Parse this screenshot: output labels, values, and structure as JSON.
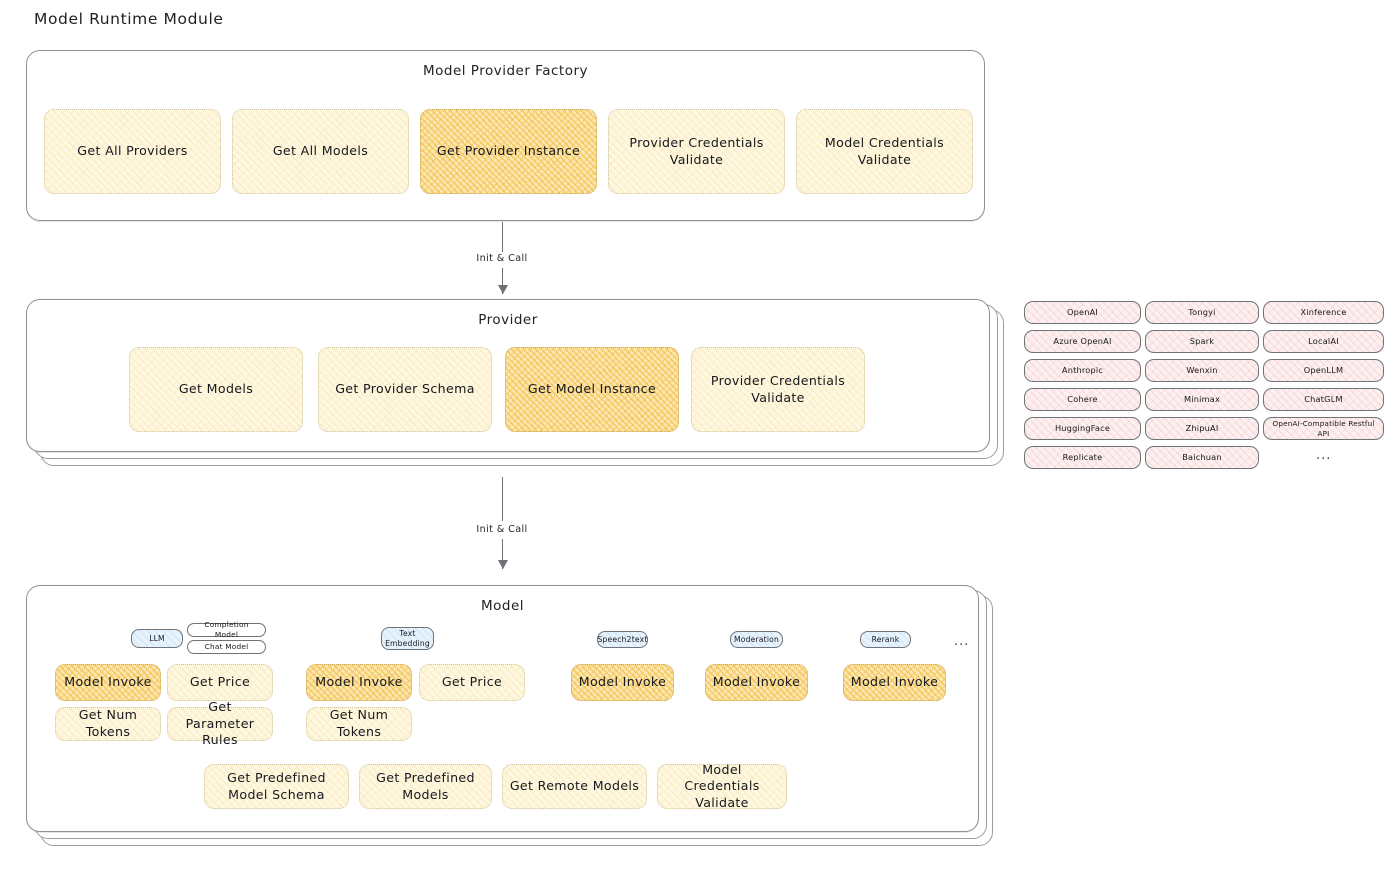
{
  "title": "Model Runtime Module",
  "sections": {
    "factory": {
      "title": "Model Provider Factory",
      "nodes": [
        {
          "label": "Get All Providers",
          "highlight": false
        },
        {
          "label": "Get All Models",
          "highlight": false
        },
        {
          "label": "Get Provider Instance",
          "highlight": true
        },
        {
          "label": "Provider Credentials Validate",
          "highlight": false
        },
        {
          "label": "Model Credentials Validate",
          "highlight": false
        }
      ]
    },
    "provider": {
      "title": "Provider",
      "nodes": [
        {
          "label": "Get Models",
          "highlight": false
        },
        {
          "label": "Get Provider Schema",
          "highlight": false
        },
        {
          "label": "Get Model Instance",
          "highlight": true
        },
        {
          "label": "Provider Credentials Validate",
          "highlight": false
        }
      ]
    },
    "model": {
      "title": "Model",
      "groups": [
        {
          "badge": "LLM",
          "sub_badges": [
            "Completion Model",
            "Chat Model"
          ],
          "nodes": [
            {
              "label": "Model Invoke",
              "highlight": true
            },
            {
              "label": "Get Price",
              "highlight": false
            },
            {
              "label": "Get Num Tokens",
              "highlight": false
            },
            {
              "label": "Get Parameter Rules",
              "highlight": false
            }
          ]
        },
        {
          "badge": "Text Embedding",
          "sub_badges": [],
          "nodes": [
            {
              "label": "Model Invoke",
              "highlight": true
            },
            {
              "label": "Get Price",
              "highlight": false
            },
            {
              "label": "Get Num Tokens",
              "highlight": false
            }
          ]
        },
        {
          "badge": "Speech2text",
          "sub_badges": [],
          "nodes": [
            {
              "label": "Model Invoke",
              "highlight": true
            }
          ]
        },
        {
          "badge": "Moderation",
          "sub_badges": [],
          "nodes": [
            {
              "label": "Model Invoke",
              "highlight": true
            }
          ]
        },
        {
          "badge": "Rerank",
          "sub_badges": [],
          "nodes": [
            {
              "label": "Model Invoke",
              "highlight": true
            }
          ]
        }
      ],
      "more": "...",
      "common_nodes": [
        {
          "label": "Get Predefined Model Schema"
        },
        {
          "label": "Get Predefined Models"
        },
        {
          "label": "Get Remote Models"
        },
        {
          "label": "Model Credentials Validate"
        }
      ]
    }
  },
  "connectors": [
    {
      "label": "Init & Call"
    },
    {
      "label": "Init & Call"
    }
  ],
  "provider_list": {
    "columns": [
      [
        "OpenAI",
        "Azure OpenAI",
        "Anthropic",
        "Cohere",
        "HuggingFace",
        "Replicate"
      ],
      [
        "Tongyi",
        "Spark",
        "Wenxin",
        "Minimax",
        "ZhipuAI",
        "Baichuan"
      ],
      [
        "Xinference",
        "LocalAI",
        "OpenLLM",
        "ChatGLM",
        "OpenAI-Compatible Restful API"
      ]
    ],
    "more": "..."
  },
  "colors": {
    "accent_yellow": "#fdf7e4",
    "accent_yellow_hot": "#fbe7b4",
    "accent_rose": "#fdf0f0",
    "accent_blue": "#e6f2fc",
    "stroke": "#6f7277"
  }
}
